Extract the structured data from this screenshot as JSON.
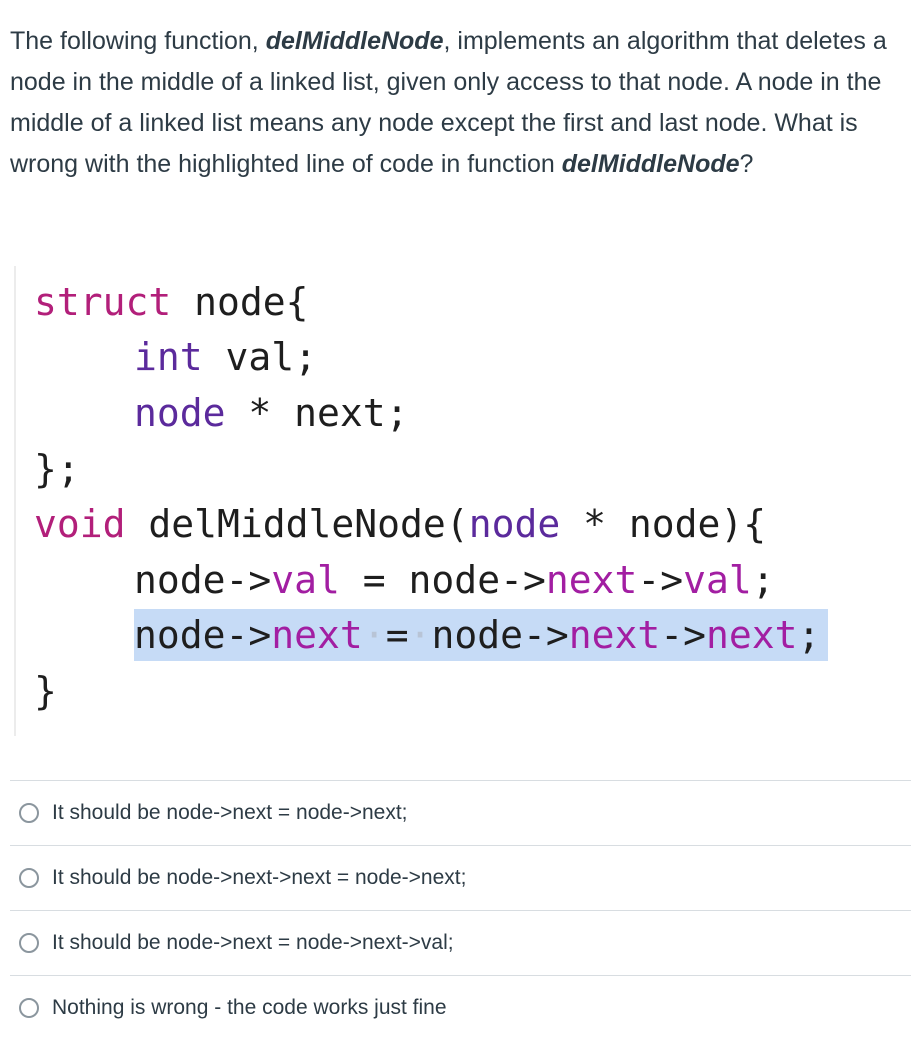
{
  "question": {
    "intro": "The following function, ",
    "func_name": "delMiddleNode",
    "middle": ", implements an algorithm that deletes a node in the middle of a linked list, given only access to that node. A node in the middle of a linked list means any node except the first and last node. What is wrong with the highlighted line of code in function ",
    "func_name_2": "delMiddleNode",
    "end": "?"
  },
  "code": {
    "l1_kw": "struct",
    "l1_rest": " node{",
    "l2_type": "int",
    "l2_rest": " val;",
    "l3_type": "node",
    "l3_rest": " * next;",
    "l4": "};",
    "l5_kw": "void",
    "l5_a": " delMiddleNode(",
    "l5_type": "node",
    "l5_b": " * node){",
    "l6_a": "node->",
    "l6_m1": "val",
    "l6_b": " = node->",
    "l6_m2": "next",
    "l6_c": "->",
    "l6_m3": "val",
    "l6_d": ";",
    "l7_a": "node->",
    "l7_m1": "next",
    "l7_eq": "=",
    "l7_b": "node->",
    "l7_m2": "next",
    "l7_c": "->",
    "l7_m3": "next",
    "l7_d": ";",
    "l8": "}"
  },
  "choices": [
    {
      "label": "It should be node->next = node->next;"
    },
    {
      "label": "It should be node->next->next = node->next;"
    },
    {
      "label": "It should be node->next = node->next->val;"
    },
    {
      "label": "Nothing is wrong - the code works just fine"
    }
  ]
}
